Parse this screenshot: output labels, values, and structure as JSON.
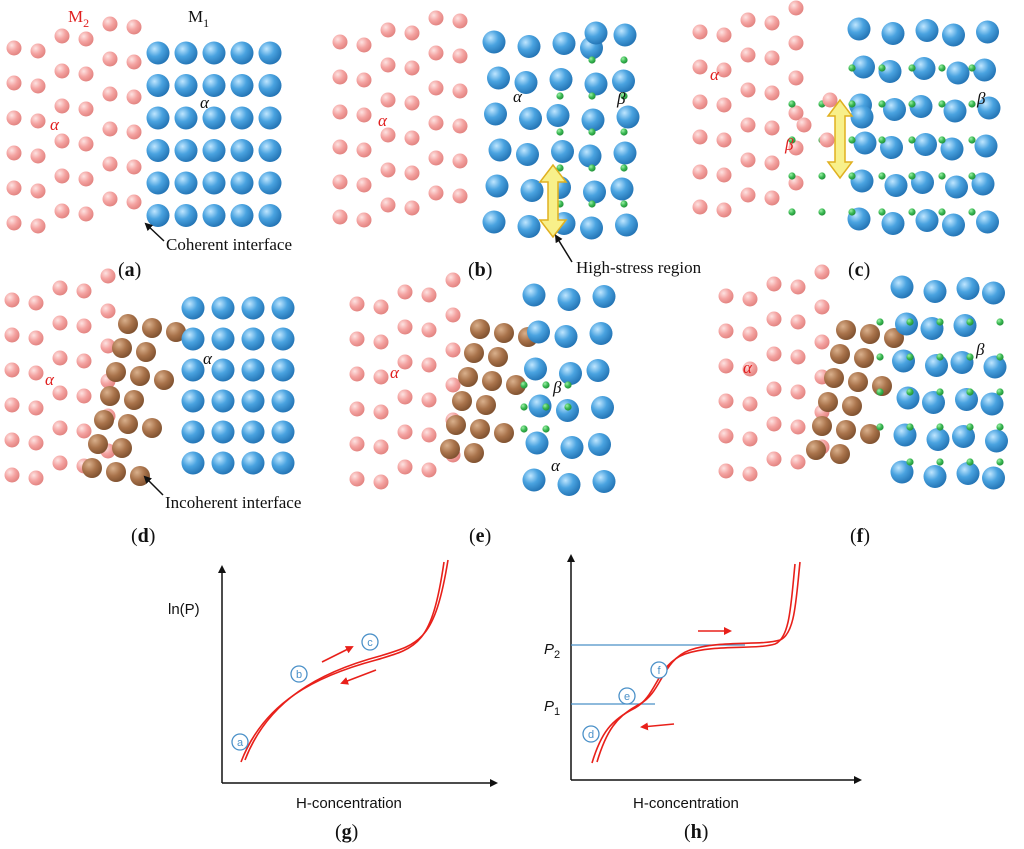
{
  "colors": {
    "m2_atom": "#f4a3a1",
    "m1_atom": "#4aa3e0",
    "hydrogen": "#3cba54",
    "interface_atom": "#a9734b",
    "label_red": "#e02020",
    "arrow_red": "#e8201a",
    "guide_blue": "#4a90c8",
    "stress_arrow": "#f8f08a"
  },
  "labels": {
    "m2": "M",
    "m2_sub": "2",
    "m1": "M",
    "m1_sub": "1",
    "alpha": "α",
    "beta": "β",
    "coherent_interface": "Coherent interface",
    "high_stress_region": "High-stress region",
    "incoherent_interface": "Incoherent interface"
  },
  "panels": {
    "a": "a",
    "b": "b",
    "c": "c",
    "d": "d",
    "e": "e",
    "f": "f",
    "g": "g",
    "h": "h"
  },
  "graph_g": {
    "ylabel": "ln(P)",
    "xlabel": "H-concentration",
    "markers": [
      "a",
      "b",
      "c"
    ]
  },
  "graph_h": {
    "xlabel": "H-concentration",
    "p1": "P",
    "p1_sub": "1",
    "p2": "P",
    "p2_sub": "2",
    "markers": [
      "d",
      "e",
      "f"
    ]
  }
}
